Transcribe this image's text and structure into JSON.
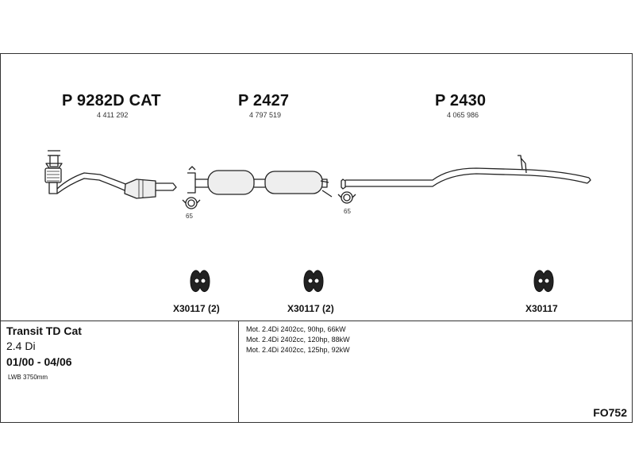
{
  "parts": [
    {
      "code": "P 9282D CAT",
      "number": "4 411 292"
    },
    {
      "code": "P 2427",
      "number": "4 797 519"
    },
    {
      "code": "P 2430",
      "number": "4 065 986"
    }
  ],
  "clamps": [
    {
      "label": "65"
    },
    {
      "label": "65"
    }
  ],
  "hangers": [
    {
      "label": "X30117 (2)"
    },
    {
      "label": "X30117 (2)"
    },
    {
      "label": "X30117"
    }
  ],
  "vehicle": {
    "model": "Transit TD Cat",
    "engine": "2.4 Di",
    "dates": "01/00 - 04/06",
    "note": "LWB 3750mm"
  },
  "motors": [
    "Mot. 2.4Di 2402cc, 90hp, 66kW",
    "Mot. 2.4Di 2402cc, 120hp, 88kW",
    "Mot. 2.4Di 2402cc, 125hp, 92kW"
  ],
  "reference": "FO752"
}
